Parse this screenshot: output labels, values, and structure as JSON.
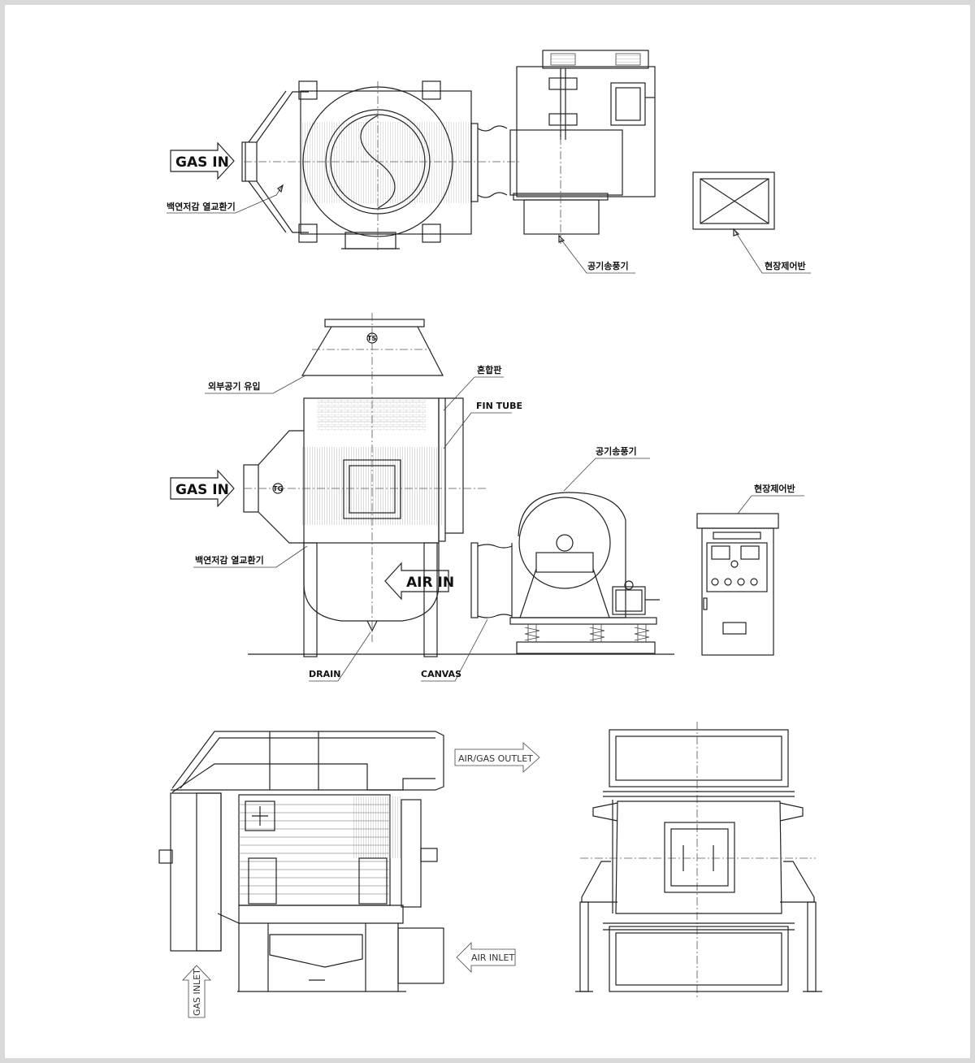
{
  "labels": {
    "gas_in": "GAS IN",
    "air_in": "AIR IN",
    "heat_exchanger": "백연저감 열교환기",
    "blower": "공기송풍기",
    "control_panel": "현장제어반",
    "outside_air": "외부공기 유입",
    "mixing_plate": "혼합판",
    "fin_tube": "FIN TUBE",
    "drain": "DRAIN",
    "canvas": "CANVAS",
    "ts": "TS",
    "tg": "TG",
    "air_gas_outlet": "AIR/GAS OUTLET",
    "air_inlet": "AIR INLET",
    "gas_inlet": "GAS INLET"
  },
  "colors": {
    "line": "#222222",
    "hatch": "#999999",
    "frame": "#d9d9d9"
  }
}
